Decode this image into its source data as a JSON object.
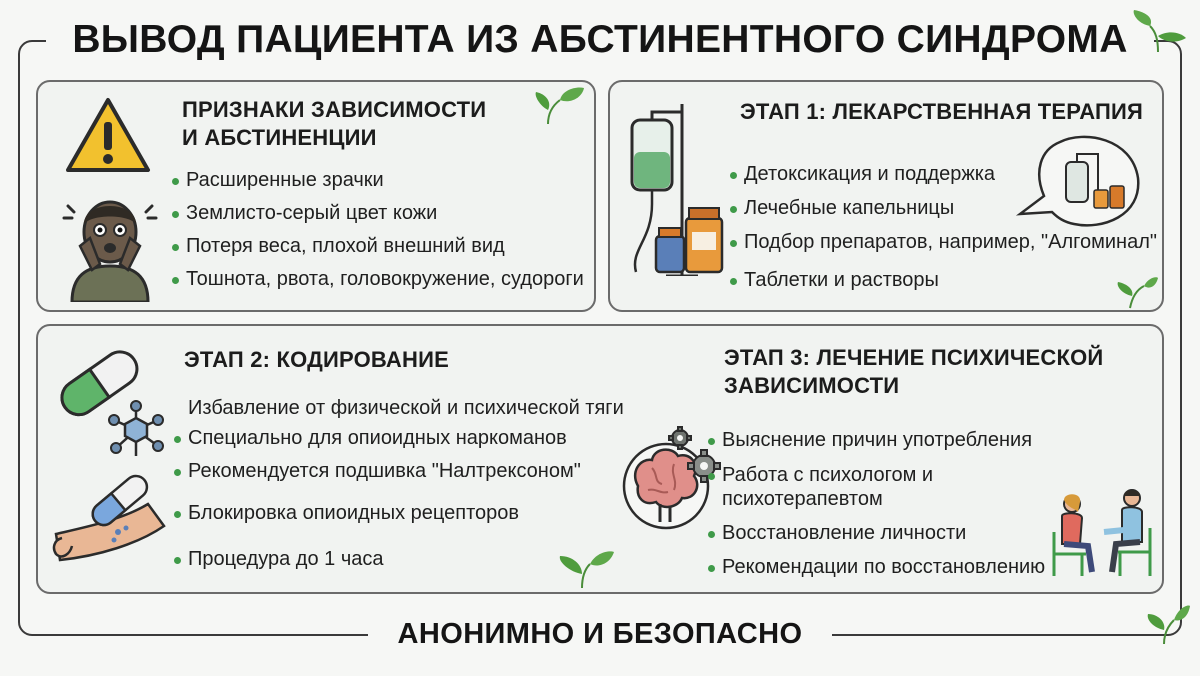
{
  "title": "ВЫВОД ПАЦИЕНТА ИЗ АБСТИНЕНТНОГО СИНДРОМА",
  "footer": "АНОНИМНО И БЕЗОПАСНО",
  "signs": {
    "heading_line1": "ПРИЗНАКИ ЗАВИСИМОСТИ",
    "heading_line2": "И АБСТИНЕНЦИИ",
    "items": [
      "Расширенные зрачки",
      "Землисто-серый цвет кожи",
      "Потеря веса, плохой внешний вид",
      "Тошнота, рвота, головокружение, судороги"
    ]
  },
  "stage1": {
    "heading": "ЭТАП 1: ЛЕКАРСТВЕННАЯ ТЕРАПИЯ",
    "items": [
      "Детоксикация и поддержка",
      "Лечебные капельницы",
      "Подбор препаратов, например, \"Алгоминал\"",
      "Таблетки и растворы"
    ]
  },
  "stage2": {
    "heading": "ЭТАП 2: КОДИРОВАНИЕ",
    "items": [
      "Избавление от физической и психической тяги",
      "Специально для опиоидных наркоманов",
      "Рекомендуется подшивка \"Налтрексоном\"",
      "Блокировка опиоидных рецепторов",
      "Процедура до 1 часа"
    ]
  },
  "stage3": {
    "heading_line1": "ЭТАП 3: ЛЕЧЕНИЕ ПСИХИЧЕСКОЙ",
    "heading_line2": "ЗАВИСИМОСТИ",
    "items": [
      "Выяснение причин употребления",
      "Работа с психологом и",
      "психотерапевтом",
      "Восстановление личности",
      "Рекомендации по восстановлению"
    ]
  },
  "colors": {
    "accent_green": "#3f9a49",
    "warning_yellow": "#f2c12e",
    "frame": "#3a3a3a"
  }
}
